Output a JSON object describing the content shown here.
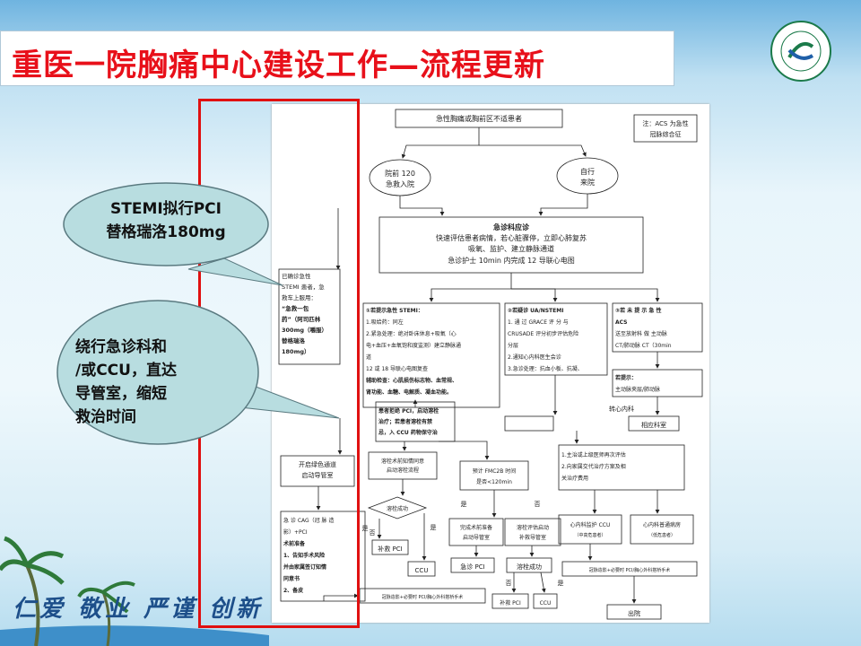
{
  "title": "重医一院胸痛中心建设工作—流程更新",
  "callouts": {
    "top": [
      "STEMI拟行PCI",
      "替格瑞洛180mg"
    ],
    "bottom": [
      "绕行急诊科和",
      "/或CCU，直达",
      "导管室，缩短",
      "救治时间"
    ]
  },
  "footer": "仁爱  敬业  严谨  创新",
  "flow": {
    "start": "急性胸痛或胸前区不适患者",
    "note": [
      "注：ACS 为急性",
      "冠脉综合征"
    ],
    "b120": [
      "院前 120",
      "急救入院"
    ],
    "self": [
      "自行",
      "来院"
    ],
    "er": [
      "急诊科应诊",
      "快速评估患者病情，若心脏骤停，立即心肺复苏",
      "吸氧、监护、建立静脉通道",
      "急诊护士 10min 内完成 12 导联心电图"
    ],
    "dx": [
      "已确诊急性",
      "STEMI 患者，急",
      "救车上服用：",
      "“急救一包",
      "药”（阿司匹林",
      "300mg（嚼服）",
      "替格瑞洛",
      "180mg）"
    ],
    "stemi": [
      "①若提示急性 STEMI：",
      "1.吸给药：同左",
      "2.紧急处理：绝对卧床休息+吸氧（心",
      "电+血压+血氧饱和度监测）建立静脉通",
      "道",
      "12 或 18 导联心电图复查",
      "辅助检查：心肌损伤标志物、血常规、",
      "肾功能、血糖、电解质、凝血功能。"
    ],
    "nstemi": [
      "②若疑诊 UA/NSTEMI",
      "1. 通 过  GRACE  评 分  与",
      "CRUSADE 评分初步评估危险",
      "分层",
      "2.通知心内科医生会诊",
      "3.急诊处理：抗血小板、抗凝、"
    ],
    "non": [
      "③若 未 提 示 急 性",
      "ACS",
      "送至放射科 做 主动脉",
      "CT/肺动脉 CT（30min"
    ],
    "hint": [
      "若提示：",
      "主动脉夹层/肺动脉"
    ],
    "toCardio": "转心内科",
    "dept": "相应科室",
    "refuse": [
      "患者拒绝 PCI，启动溶栓",
      "治疗；若患者溶栓有禁",
      "忌，入 CCU 药物保守治"
    ],
    "green": [
      "开启绿色通道",
      "启动导管室"
    ],
    "consent": [
      "溶栓术前知情同意",
      "启动溶栓流程"
    ],
    "fmc": [
      "预计 FMC2B 时间",
      "是否<120min"
    ],
    "eval": [
      "1.主治或上级医师再次评估",
      "2.向家属交代治疗方案及相",
      "关治疗费用"
    ],
    "cag": [
      "急 诊  CAG（冠 脉 造",
      "影）+PCI",
      "术前准备",
      "1、告知手术风险",
      "并由家属签订知情",
      "同意书",
      "2、备皮"
    ],
    "lysisOk": "溶栓成功",
    "yes": "是",
    "no": "否",
    "rescue": "补救 PCI",
    "ccu": "CCU",
    "prep": [
      "完成术前准备",
      "启动导管室"
    ],
    "post": [
      "溶栓评估启动",
      "补救导管室"
    ],
    "ccuBox": [
      "心内科监护 CCU",
      "（中高危患者）"
    ],
    "ward": [
      "心内科普通病房",
      "（低危患者）"
    ],
    "cagPci": "急诊 PCI",
    "lysisOk2": "溶栓成功",
    "angio": "冠脉造影+必要时 PCI/胸心外科搭桥手术",
    "angio2": "冠脉造影+必要时 PCI/胸心外科搭桥手术",
    "rescue2": "补救 PCI",
    "ccu2": "CCU",
    "discharge": "出院"
  }
}
